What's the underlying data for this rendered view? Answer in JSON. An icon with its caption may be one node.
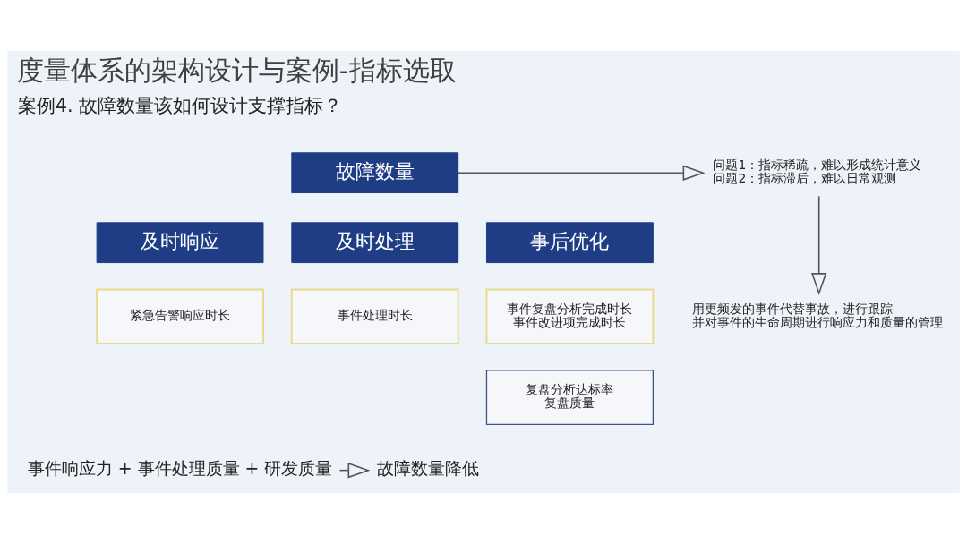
{
  "diagram": {
    "title": "度量体系的架构设计与案例-指标选取",
    "nodes": [
      {
        "text": [
          "故障数量"
        ]
      },
      {
        "text": [
          "问题1：指标稀疏，难以形成统计意义",
          "问题2：指标滞后，难以日常观测"
        ]
      },
      {
        "text": [
          "及时响应"
        ]
      },
      {
        "text": [
          "及时处理"
        ]
      },
      {
        "text": [
          "事后优化"
        ]
      },
      {
        "text": [
          "紧急告警响应时长"
        ]
      },
      {
        "text": [
          "事件处理时长"
        ]
      },
      {
        "text": [
          "事件复盘分析完成时长",
          "事件改进项完成时长"
        ]
      },
      {
        "text": [
          "复盘分析达标率",
          "复盘质量"
        ]
      },
      {
        "text": [
          "用更频发的事件代替事故，进行跟踪",
          "并对事件的生命周期进行响应力和质量的管理"
        ]
      },
      {
        "text": [
          "事件响应力 + 事件处理质量 + 研发质量"
        ]
      },
      {
        "text": [
          "故障数量降低"
        ]
      }
    ],
    "edges": [
      {
        "from": 0,
        "to": 1,
        "arrow": "to"
      },
      {
        "from": 1,
        "to": 9,
        "arrow": "to"
      },
      {
        "from": 10,
        "to": 11,
        "arrow": "to"
      }
    ],
    "labels": [
      "案例4. 故障数量该如何设计支撑指标？"
    ]
  }
}
